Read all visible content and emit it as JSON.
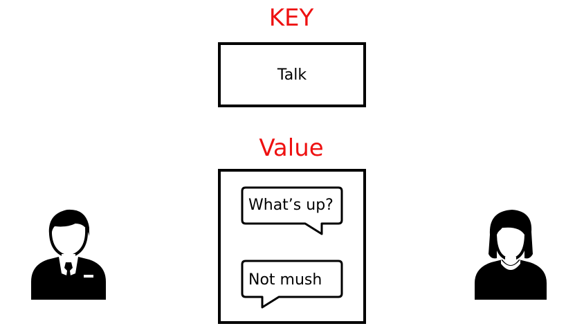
{
  "key": {
    "title": "KEY",
    "text": "Talk"
  },
  "value": {
    "title": "Value",
    "messages": [
      "What’s up?",
      "Not mush"
    ]
  },
  "icons": {
    "left": "man-in-suit-icon",
    "right": "woman-icon"
  },
  "colors": {
    "title": "#ee1111",
    "stroke": "#000000"
  }
}
